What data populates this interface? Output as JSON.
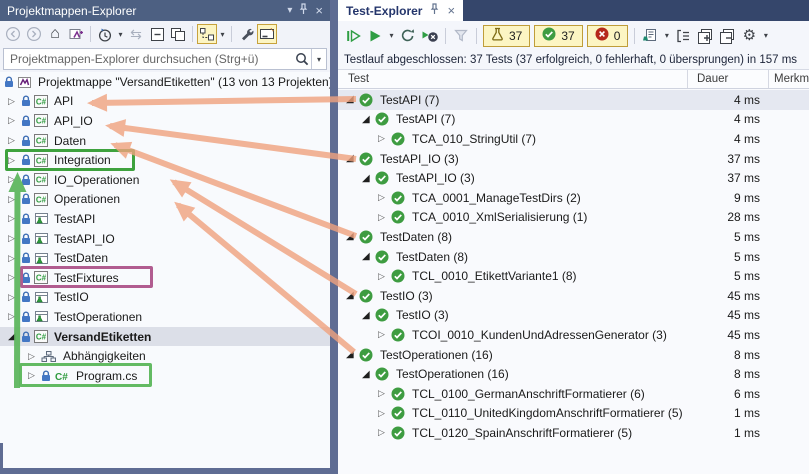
{
  "icons": {
    "chevron_down": "▾",
    "close": "×",
    "home": "⌂",
    "compare": "⇆",
    "gear": "⚙",
    "collapsed_arrow": "▷",
    "expanded_arrow": "◢"
  },
  "left_panel": {
    "title": "Projektmappen-Explorer",
    "search_placeholder": "Projektmappen-Explorer durchsuchen (Strg+ü)",
    "tree": [
      {
        "label": "Projektmappe \"VersandEtiketten\" (13 von 13 Projekten)",
        "icon": "solution",
        "lock": true,
        "indent": 0
      },
      {
        "label": "API",
        "icon": "csharp-project",
        "lock": true,
        "indent": 1,
        "expander": "collapsed"
      },
      {
        "label": "API_IO",
        "icon": "csharp-project",
        "lock": true,
        "indent": 1,
        "expander": "collapsed"
      },
      {
        "label": "Daten",
        "icon": "csharp-project",
        "lock": true,
        "indent": 1,
        "expander": "collapsed"
      },
      {
        "label": "Integration",
        "icon": "csharp-project",
        "lock": true,
        "indent": 1,
        "expander": "collapsed"
      },
      {
        "label": "IO_Operationen",
        "icon": "csharp-project",
        "lock": true,
        "indent": 1,
        "expander": "collapsed"
      },
      {
        "label": "Operationen",
        "icon": "csharp-project",
        "lock": true,
        "indent": 1,
        "expander": "collapsed"
      },
      {
        "label": "TestAPI",
        "icon": "test-project",
        "lock": true,
        "indent": 1,
        "expander": "collapsed"
      },
      {
        "label": "TestAPI_IO",
        "icon": "test-project",
        "lock": true,
        "indent": 1,
        "expander": "collapsed"
      },
      {
        "label": "TestDaten",
        "icon": "test-project",
        "lock": true,
        "indent": 1,
        "expander": "collapsed"
      },
      {
        "label": "TestFixtures",
        "icon": "csharp-project",
        "lock": true,
        "indent": 1,
        "expander": "collapsed"
      },
      {
        "label": "TestIO",
        "icon": "test-project",
        "lock": true,
        "indent": 1,
        "expander": "collapsed"
      },
      {
        "label": "TestOperationen",
        "icon": "test-project",
        "lock": true,
        "indent": 1,
        "expander": "collapsed"
      },
      {
        "label": "VersandEtiketten",
        "icon": "csharp-project",
        "lock": true,
        "indent": 1,
        "expander": "expanded",
        "bold": true,
        "selected": true
      },
      {
        "label": "Abhängigkeiten",
        "icon": "dependencies",
        "indent": 2,
        "expander": "collapsed"
      },
      {
        "label": "Program.cs",
        "icon": "csharp-file",
        "lock": true,
        "indent": 2,
        "expander": "collapsed"
      }
    ]
  },
  "right_panel": {
    "tab": "Test-Explorer",
    "toolbar": {
      "tests_total": "37",
      "tests_passed": "37",
      "tests_failed": "0"
    },
    "status": "Testlauf abgeschlossen: 37 Tests (37 erfolgreich, 0 fehlerhaft, 0 übersprungen) in 157 ms",
    "columns": {
      "test": "Test",
      "duration": "Dauer",
      "traits": "Merkmale"
    },
    "rows": [
      {
        "label": "TestAPI (7)",
        "duration": "4 ms",
        "level": 0,
        "expander": "expanded",
        "selected": true
      },
      {
        "label": "TestAPI (7)",
        "duration": "4 ms",
        "level": 1,
        "expander": "expanded"
      },
      {
        "label": "TCA_010_StringUtil (7)",
        "duration": "4 ms",
        "level": 2,
        "expander": "collapsed"
      },
      {
        "label": "TestAPI_IO (3)",
        "duration": "37 ms",
        "level": 0,
        "expander": "expanded"
      },
      {
        "label": "TestAPI_IO (3)",
        "duration": "37 ms",
        "level": 1,
        "expander": "expanded"
      },
      {
        "label": "TCA_0001_ManageTestDirs (2)",
        "duration": "9 ms",
        "level": 2,
        "expander": "collapsed"
      },
      {
        "label": "TCA_0010_XmlSerialisierung (1)",
        "duration": "28 ms",
        "level": 2,
        "expander": "collapsed"
      },
      {
        "label": "TestDaten (8)",
        "duration": "5 ms",
        "level": 0,
        "expander": "expanded"
      },
      {
        "label": "TestDaten (8)",
        "duration": "5 ms",
        "level": 1,
        "expander": "expanded"
      },
      {
        "label": "TCL_0010_EtikettVariante1 (8)",
        "duration": "5 ms",
        "level": 2,
        "expander": "collapsed"
      },
      {
        "label": "TestIO (3)",
        "duration": "45 ms",
        "level": 0,
        "expander": "expanded"
      },
      {
        "label": "TestIO (3)",
        "duration": "45 ms",
        "level": 1,
        "expander": "expanded"
      },
      {
        "label": "TCOI_0010_KundenUndAdressenGenerator (3)",
        "duration": "45 ms",
        "level": 2,
        "expander": "collapsed"
      },
      {
        "label": "TestOperationen (16)",
        "duration": "8 ms",
        "level": 0,
        "expander": "expanded"
      },
      {
        "label": "TestOperationen (16)",
        "duration": "8 ms",
        "level": 1,
        "expander": "expanded"
      },
      {
        "label": "TCL_0100_GermanAnschriftFormatierer (6)",
        "duration": "6 ms",
        "level": 2,
        "expander": "collapsed"
      },
      {
        "label": "TCL_0110_UnitedKingdomAnschriftFormatierer (5)",
        "duration": "1 ms",
        "level": 2,
        "expander": "collapsed"
      },
      {
        "label": "TCL_0120_SpainAnschriftFormatierer (5)",
        "duration": "1 ms",
        "level": 2,
        "expander": "collapsed"
      }
    ]
  },
  "annotations": {
    "arrow_color": "#f0a27e",
    "green_color": "#5fb75f",
    "purple_color": "#b15c90"
  }
}
